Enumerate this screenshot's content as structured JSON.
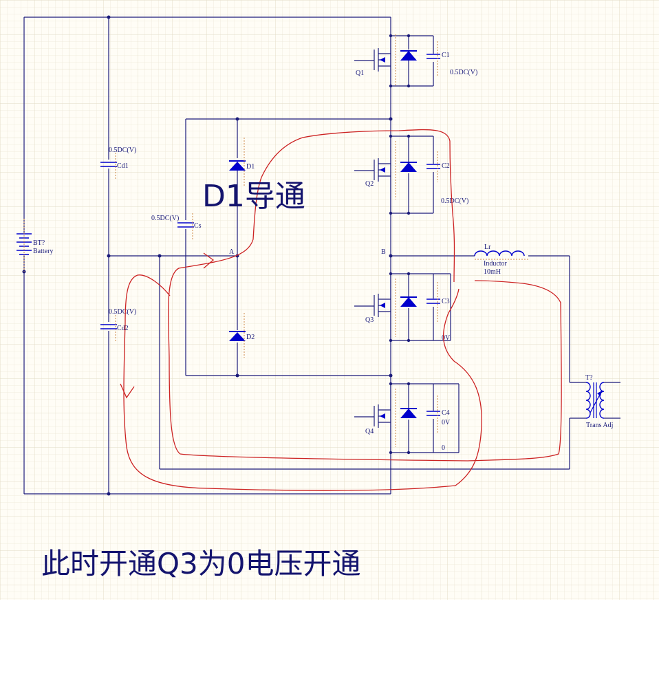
{
  "labels": {
    "battery_ref": "BT?",
    "battery_name": "Battery",
    "cd1_value": "0.5DC(V)",
    "cd1_name": "Cd1",
    "cd2_value": "0.5DC(V)",
    "cd2_name": "Cd2",
    "cs_value": "0.5DC(V)",
    "cs_name": "Cs",
    "d1": "D1",
    "d2": "D2",
    "node_a": "A",
    "node_b": "B",
    "q1": "Q1",
    "q2": "Q2",
    "q3": "Q3",
    "q4": "Q4",
    "c1_name": "C1",
    "c1_value": "0.5DC(V)",
    "c2_name": "C2",
    "c2_value": "0.5DC(V)",
    "c3_name": "C3",
    "c3_value": "0V",
    "c4_name": "C4",
    "c4_value": "0V",
    "c4_zero": "0",
    "lr_name": "Lr",
    "lr_type": "Inductor",
    "lr_value": "10mH",
    "t_ref": "T?",
    "t_name": "Trans Adj"
  },
  "annotations": {
    "d1_conducting": "D1导通",
    "caption": "此时开通Q3为0电压开通"
  },
  "colors": {
    "wire": "#1a1a7a",
    "component": "#0000cc",
    "pin": "#cc8844",
    "current_path": "#cc2222",
    "grid": "#ece8d8",
    "background": "#fffdf6"
  }
}
